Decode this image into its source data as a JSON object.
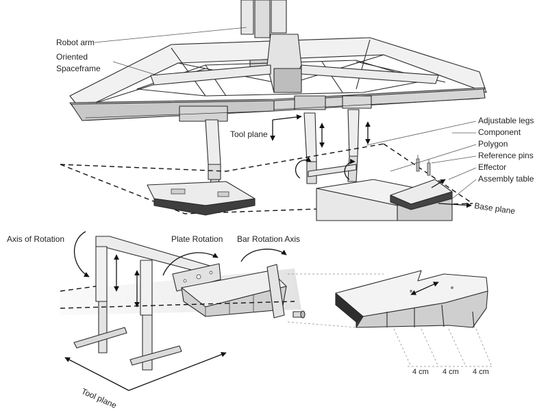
{
  "labels": {
    "robot_arm": "Robot arm",
    "oriented": "Oriented",
    "spaceframe": "Spaceframe",
    "tool_plane_top": "Tool plane",
    "adjustable_legs": "Adjustable legs",
    "component": "Component",
    "polygon": "Polygon",
    "reference_pins": "Reference pins",
    "effector": "Effector",
    "assembly_table": "Assembly table",
    "base_plane": "Base plane",
    "axis_of_rotation": "Axis of Rotation",
    "plate_rotation": "Plate Rotation",
    "bar_rotation_axis": "Bar Rotation Axis",
    "tool_plane_bottom": "Tool plane"
  },
  "dimensions": [
    "4 cm",
    "4 cm",
    "4 cm"
  ],
  "colors": {
    "line": "#2a2a2a",
    "face_light": "#f4f4f4",
    "face_mid": "#d9d9d9",
    "face_dark": "#8a8a8a",
    "face_black": "#3a3a3a"
  }
}
